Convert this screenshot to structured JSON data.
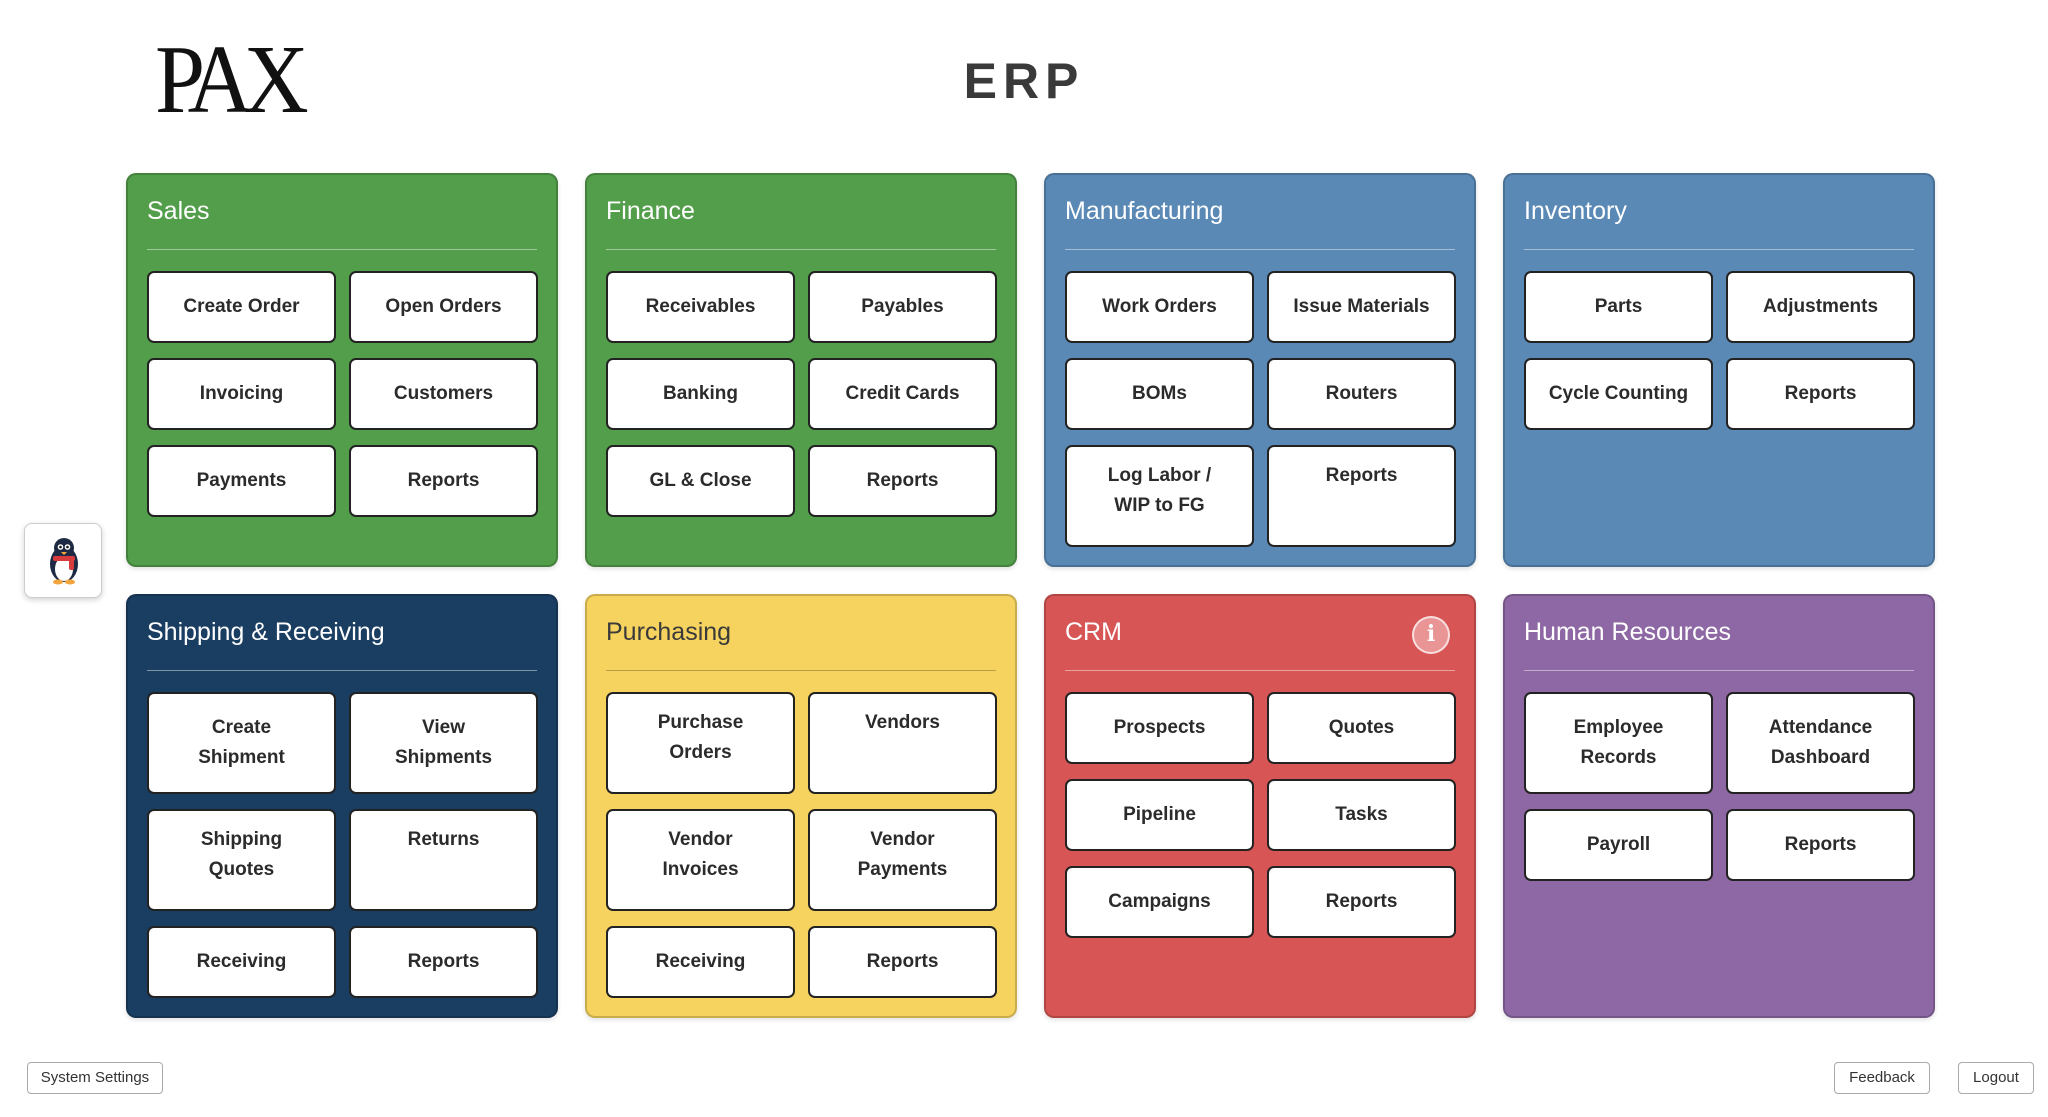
{
  "header": {
    "logo_text": "PAX",
    "title": "ERP"
  },
  "modules": [
    {
      "title": "Sales",
      "color": "#529e4a",
      "text_color": "#ffffff",
      "tiles": [
        "Create Order",
        "Open Orders",
        "Invoicing",
        "Customers",
        "Payments",
        "Reports"
      ]
    },
    {
      "title": "Finance",
      "color": "#529e4a",
      "text_color": "#ffffff",
      "tiles": [
        "Receivables",
        "Payables",
        "Banking",
        "Credit Cards",
        "GL & Close",
        "Reports"
      ]
    },
    {
      "title": "Manufacturing",
      "color": "#5a89b6",
      "text_color": "#ffffff",
      "tiles": [
        "Work Orders",
        "Issue Materials",
        "BOMs",
        "Routers",
        "Log Labor /\nWIP to FG",
        "Reports"
      ]
    },
    {
      "title": "Inventory",
      "color": "#5a89b6",
      "text_color": "#ffffff",
      "tiles": [
        "Parts",
        "Adjustments",
        "Cycle Counting",
        "Reports"
      ]
    },
    {
      "title": "Shipping & Receiving",
      "color": "#1a3d62",
      "text_color": "#ffffff",
      "tiles": [
        "Create\nShipment",
        "View\nShipments",
        "Shipping\nQuotes",
        "Returns",
        "Receiving",
        "Reports"
      ]
    },
    {
      "title": "Purchasing",
      "color": "#f6d35f",
      "text_color": "#3a3a3a",
      "tiles": [
        "Purchase\nOrders",
        "Vendors",
        "Vendor\nInvoices",
        "Vendor\nPayments",
        "Receiving",
        "Reports"
      ]
    },
    {
      "title": "CRM",
      "color": "#d75554",
      "text_color": "#ffffff",
      "info_icon": "info-icon",
      "tiles": [
        "Prospects",
        "Quotes",
        "Pipeline",
        "Tasks",
        "Campaigns",
        "Reports"
      ]
    },
    {
      "title": "Human Resources",
      "color": "#8e68a5",
      "text_color": "#ffffff",
      "tiles": [
        "Employee\nRecords",
        "Attendance\nDashboard",
        "Payroll",
        "Reports"
      ]
    }
  ],
  "mascot": {
    "icon": "penguin-mascot-icon"
  },
  "footer": {
    "settings_label": "System Settings",
    "feedback_label": "Feedback",
    "logout_label": "Logout"
  }
}
